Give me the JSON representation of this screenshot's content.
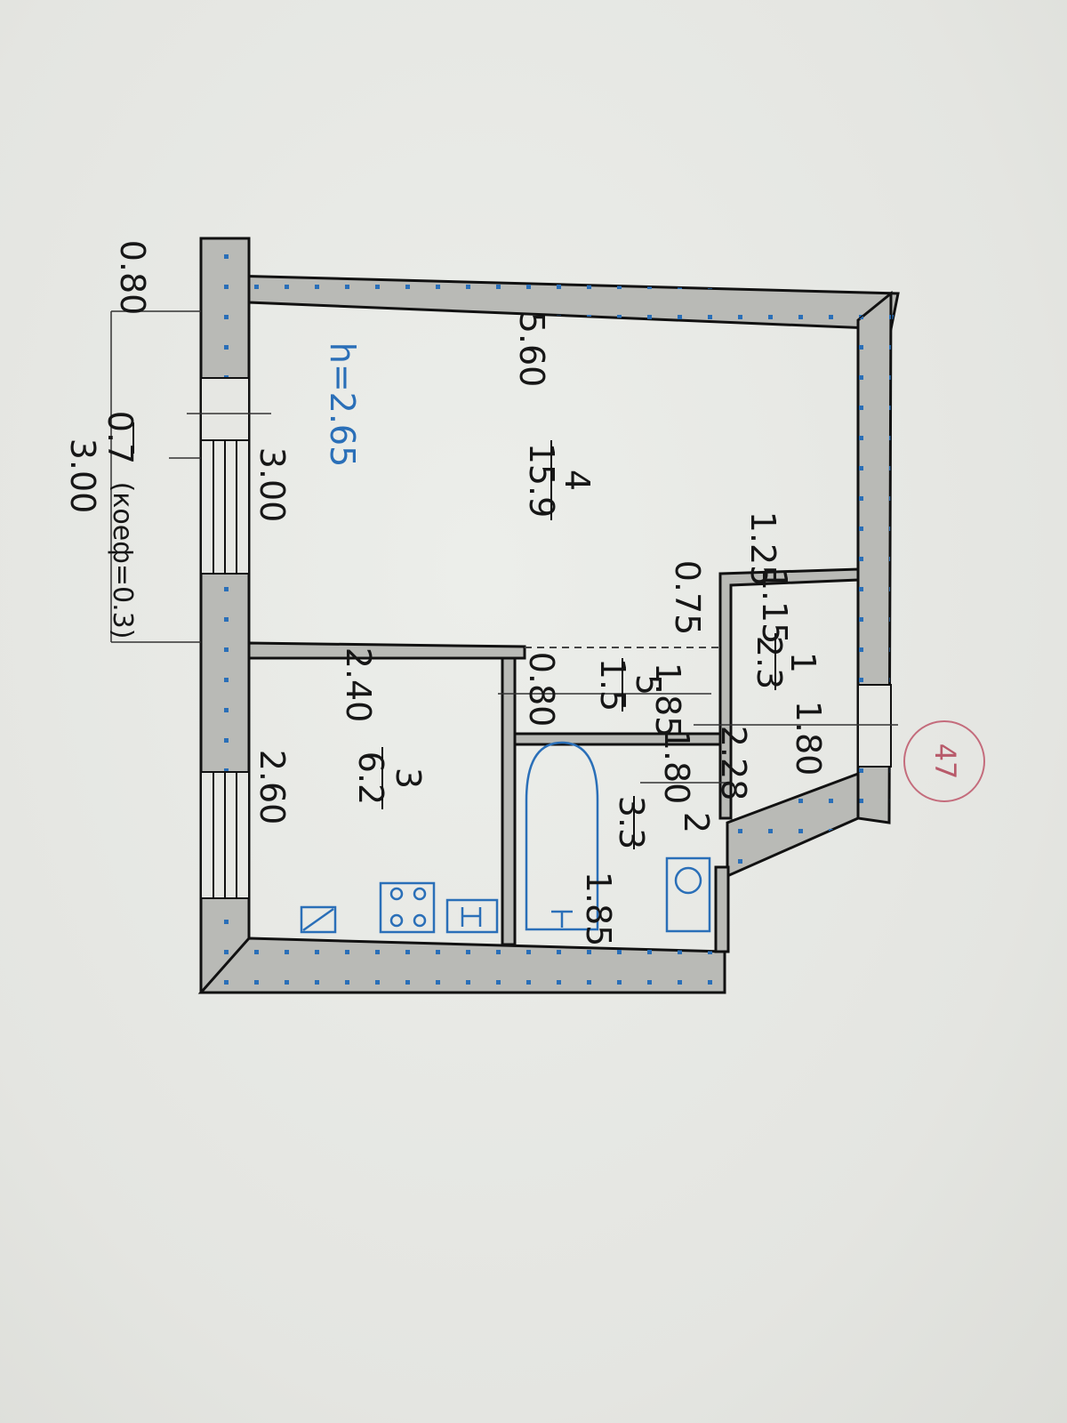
{
  "plan": {
    "height_label": "h=2.65",
    "rooms": [
      {
        "number": "4",
        "area": "15.9"
      },
      {
        "number": "3",
        "area": "6.2"
      },
      {
        "number": "5",
        "area": "1.5"
      },
      {
        "number": "1",
        "area": "2.3"
      },
      {
        "number": "2",
        "area": "3.3"
      }
    ],
    "dimensions": {
      "d_5_60": "5.60",
      "d_3_00": "3.00",
      "d_1_25": "1.25",
      "d_0_75": "0.75",
      "d_1_15": "1.15",
      "d_2_40": "2.40",
      "d_2_60": "2.60",
      "d_0_80_hall": "0.80",
      "d_1_85_hall": "1.85",
      "d_1_80_bath": "1.80",
      "d_2_28": "2.28",
      "d_1_80_entry": "1.80",
      "d_1_85_bath": "1.85",
      "d_0_80_wall": "0.80",
      "d_3_00_window": "3.00"
    },
    "window_note": {
      "value": "0.7",
      "coef": "(коеф=0.3)"
    },
    "stamp": "47"
  },
  "colors": {
    "wall_fill": "#b9bab6",
    "wall_stroke": "#111111",
    "fixture_blue": "#2a6fb8",
    "stamp_red": "#b85a6a",
    "paper": "#e6e7e3"
  }
}
